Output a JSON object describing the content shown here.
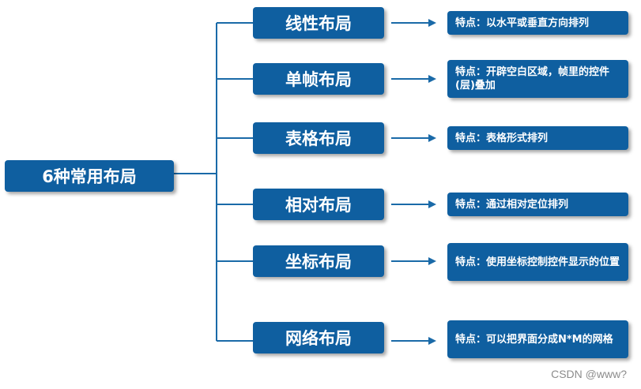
{
  "root": {
    "label": "6种常用布局"
  },
  "layouts": [
    {
      "name": "线性布局",
      "note": "特点：以水平或垂直方向排列"
    },
    {
      "name": "单帧布局",
      "note": "特点：开辟空白区域，帧里的控件(层)叠加"
    },
    {
      "name": "表格布局",
      "note": "特点：表格形式排列"
    },
    {
      "name": "相对布局",
      "note": "特点：通过相对定位排列"
    },
    {
      "name": "坐标布局",
      "note": "特点：使用坐标控制控件显示的位置"
    },
    {
      "name": "网络布局",
      "note": "特点：可以把界面分成N*M的网格"
    }
  ],
  "watermark": "CSDN @www?",
  "colors": {
    "box": "#0f5fa0",
    "connector": "#1a6aa8"
  }
}
